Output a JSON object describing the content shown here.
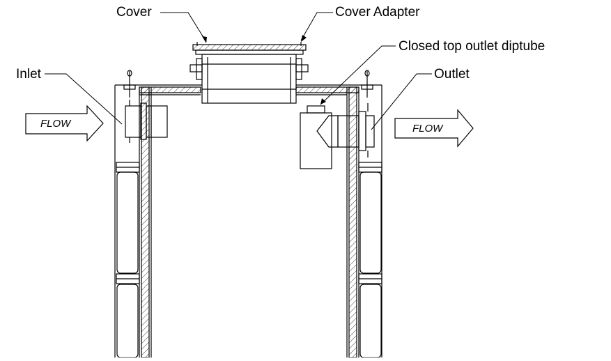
{
  "labels": {
    "cover": "Cover",
    "cover_adapter": "Cover Adapter",
    "closed_top_outlet_diptube": "Closed top outlet diptube",
    "inlet": "Inlet",
    "outlet": "Outlet",
    "flow_in": "FLOW",
    "flow_out": "FLOW"
  },
  "colors": {
    "line": "#000000",
    "background": "#ffffff"
  }
}
